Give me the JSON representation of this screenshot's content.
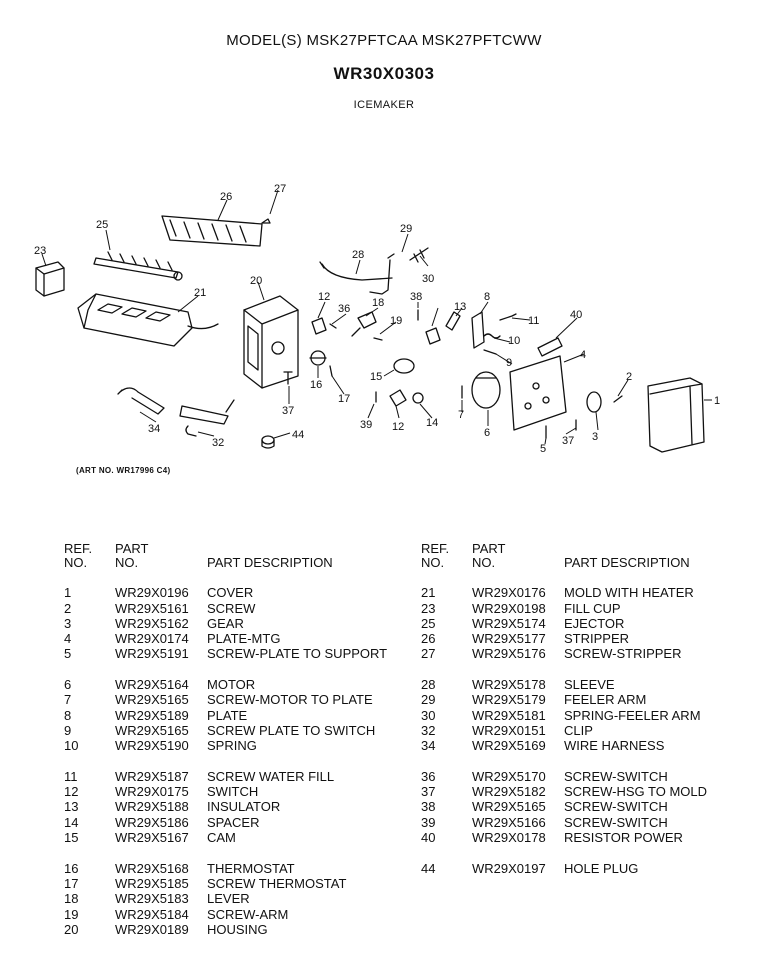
{
  "header": {
    "models": "MODEL(S) MSK27PFTCAA  MSK27PFTCWW",
    "part_number": "WR30X0303",
    "section": "ICEMAKER"
  },
  "art_number": "(ART NO. WR17996  C4)",
  "callouts": [
    "1",
    "2",
    "3",
    "4",
    "5",
    "6",
    "7",
    "8",
    "9",
    "10",
    "11",
    "12",
    "12",
    "13",
    "14",
    "15",
    "16",
    "17",
    "18",
    "19",
    "20",
    "21",
    "23",
    "25",
    "26",
    "27",
    "28",
    "29",
    "30",
    "32",
    "34",
    "36",
    "37",
    "37",
    "38",
    "39",
    "40",
    "44"
  ],
  "table_headers": {
    "ref_line1": "REF.",
    "ref_line2": "NO.",
    "part_line1": "PART",
    "part_line2": "NO.",
    "description": "PART DESCRIPTION"
  },
  "left_table": [
    {
      "ref": "1",
      "part": "WR29X0196",
      "desc": "COVER"
    },
    {
      "ref": "2",
      "part": "WR29X5161",
      "desc": "SCREW"
    },
    {
      "ref": "3",
      "part": "WR29X5162",
      "desc": "GEAR"
    },
    {
      "ref": "4",
      "part": "WR29X0174",
      "desc": "PLATE-MTG"
    },
    {
      "ref": "5",
      "part": "WR29X5191",
      "desc": "SCREW-PLATE TO SUPPORT"
    },
    {
      "ref": "6",
      "part": "WR29X5164",
      "desc": "MOTOR"
    },
    {
      "ref": "7",
      "part": "WR29X5165",
      "desc": "SCREW-MOTOR TO PLATE"
    },
    {
      "ref": "8",
      "part": "WR29X5189",
      "desc": "PLATE"
    },
    {
      "ref": "9",
      "part": "WR29X5165",
      "desc": "SCREW PLATE TO SWITCH"
    },
    {
      "ref": "10",
      "part": "WR29X5190",
      "desc": "SPRING"
    },
    {
      "ref": "11",
      "part": "WR29X5187",
      "desc": "SCREW WATER FILL"
    },
    {
      "ref": "12",
      "part": "WR29X0175",
      "desc": "SWITCH"
    },
    {
      "ref": "13",
      "part": "WR29X5188",
      "desc": "INSULATOR"
    },
    {
      "ref": "14",
      "part": "WR29X5186",
      "desc": "SPACER"
    },
    {
      "ref": "15",
      "part": "WR29X5167",
      "desc": "CAM"
    },
    {
      "ref": "16",
      "part": "WR29X5168",
      "desc": "THERMOSTAT"
    },
    {
      "ref": "17",
      "part": "WR29X5185",
      "desc": "SCREW THERMOSTAT"
    },
    {
      "ref": "18",
      "part": "WR29X5183",
      "desc": "LEVER"
    },
    {
      "ref": "19",
      "part": "WR29X5184",
      "desc": "SCREW-ARM"
    },
    {
      "ref": "20",
      "part": "WR29X0189",
      "desc": "HOUSING"
    }
  ],
  "right_table": [
    {
      "ref": "21",
      "part": "WR29X0176",
      "desc": "MOLD WITH HEATER"
    },
    {
      "ref": "23",
      "part": "WR29X0198",
      "desc": "FILL CUP"
    },
    {
      "ref": "25",
      "part": "WR29X5174",
      "desc": "EJECTOR"
    },
    {
      "ref": "26",
      "part": "WR29X5177",
      "desc": "STRIPPER"
    },
    {
      "ref": "27",
      "part": "WR29X5176",
      "desc": "SCREW-STRIPPER"
    },
    {
      "ref": "28",
      "part": "WR29X5178",
      "desc": "SLEEVE"
    },
    {
      "ref": "29",
      "part": "WR29X5179",
      "desc": "FEELER ARM"
    },
    {
      "ref": "30",
      "part": "WR29X5181",
      "desc": "SPRING-FEELER ARM"
    },
    {
      "ref": "32",
      "part": "WR29X0151",
      "desc": "CLIP"
    },
    {
      "ref": "34",
      "part": "WR29X5169",
      "desc": "WIRE HARNESS"
    },
    {
      "ref": "36",
      "part": "WR29X5170",
      "desc": "SCREW-SWITCH"
    },
    {
      "ref": "37",
      "part": "WR29X5182",
      "desc": "SCREW-HSG TO MOLD"
    },
    {
      "ref": "38",
      "part": "WR29X5165",
      "desc": "SCREW-SWITCH"
    },
    {
      "ref": "39",
      "part": "WR29X5166",
      "desc": "SCREW-SWITCH"
    },
    {
      "ref": "40",
      "part": "WR29X0178",
      "desc": "RESISTOR POWER"
    },
    {
      "ref": "44",
      "part": "WR29X0197",
      "desc": "HOLE PLUG"
    }
  ]
}
